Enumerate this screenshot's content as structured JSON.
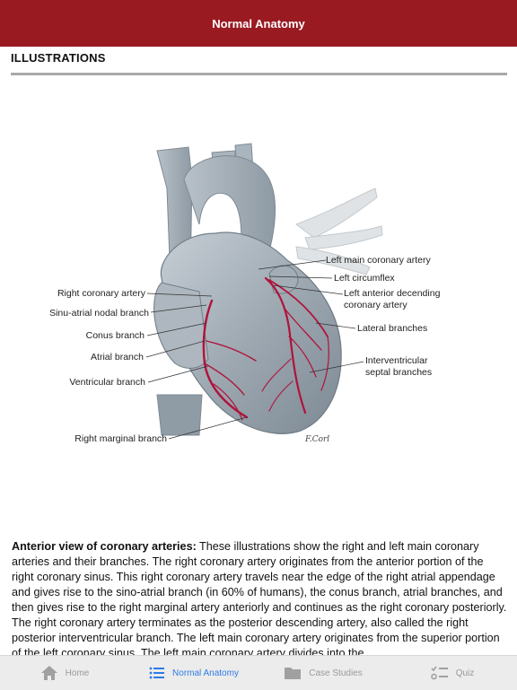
{
  "header": {
    "title": "Normal Anatomy"
  },
  "section": {
    "title": "ILLUSTRATIONS"
  },
  "illustration": {
    "labels": {
      "left_main_coronary_artery": "Left main coronary artery",
      "left_circumflex": "Left circumflex",
      "lad_line1": "Left anterior decending",
      "lad_line2": "coronary artery",
      "lateral_branches": "Lateral branches",
      "iv_septal_line1": "Interventricular",
      "iv_septal_line2": "septal branches",
      "right_coronary_artery": "Right coronary artery",
      "sinu_atrial_nodal_branch": "Sinu-atrial nodal branch",
      "conus_branch": "Conus branch",
      "atrial_branch": "Atrial branch",
      "ventricular_branch": "Ventricular branch",
      "right_marginal_branch": "Right marginal branch"
    },
    "signature": "F.Corl"
  },
  "description": {
    "lead": "Anterior view of coronary arteries:",
    "text": " These illustrations show the right and left main coronary arteries and their branches. The right coronary artery originates from the anterior portion of the right coronary sinus. This right coronary artery travels near the edge of the right atrial appendage and gives rise to the sino-atrial branch (in 60% of humans), the conus branch, atrial branches, and then gives rise to the right marginal artery anteriorly and continues as the right coronary posteriorly. The right coronary artery terminates as the posterior descending artery, also called the right posterior interventricular branch. The left main coronary artery originates from the superior portion of the left coronary sinus. The left main coronary artery divides into the"
  },
  "tabbar": {
    "active_color": "#2c7be5",
    "items": [
      {
        "label": "Home",
        "icon": "home-icon"
      },
      {
        "label": "Normal Anatomy",
        "icon": "list-icon"
      },
      {
        "label": "Case Studies",
        "icon": "folder-icon"
      },
      {
        "label": "Quiz",
        "icon": "checklist-icon"
      }
    ]
  },
  "colors": {
    "header": "#9a1a22",
    "artery": "#b0133a",
    "heart": "#9aa6b0"
  }
}
